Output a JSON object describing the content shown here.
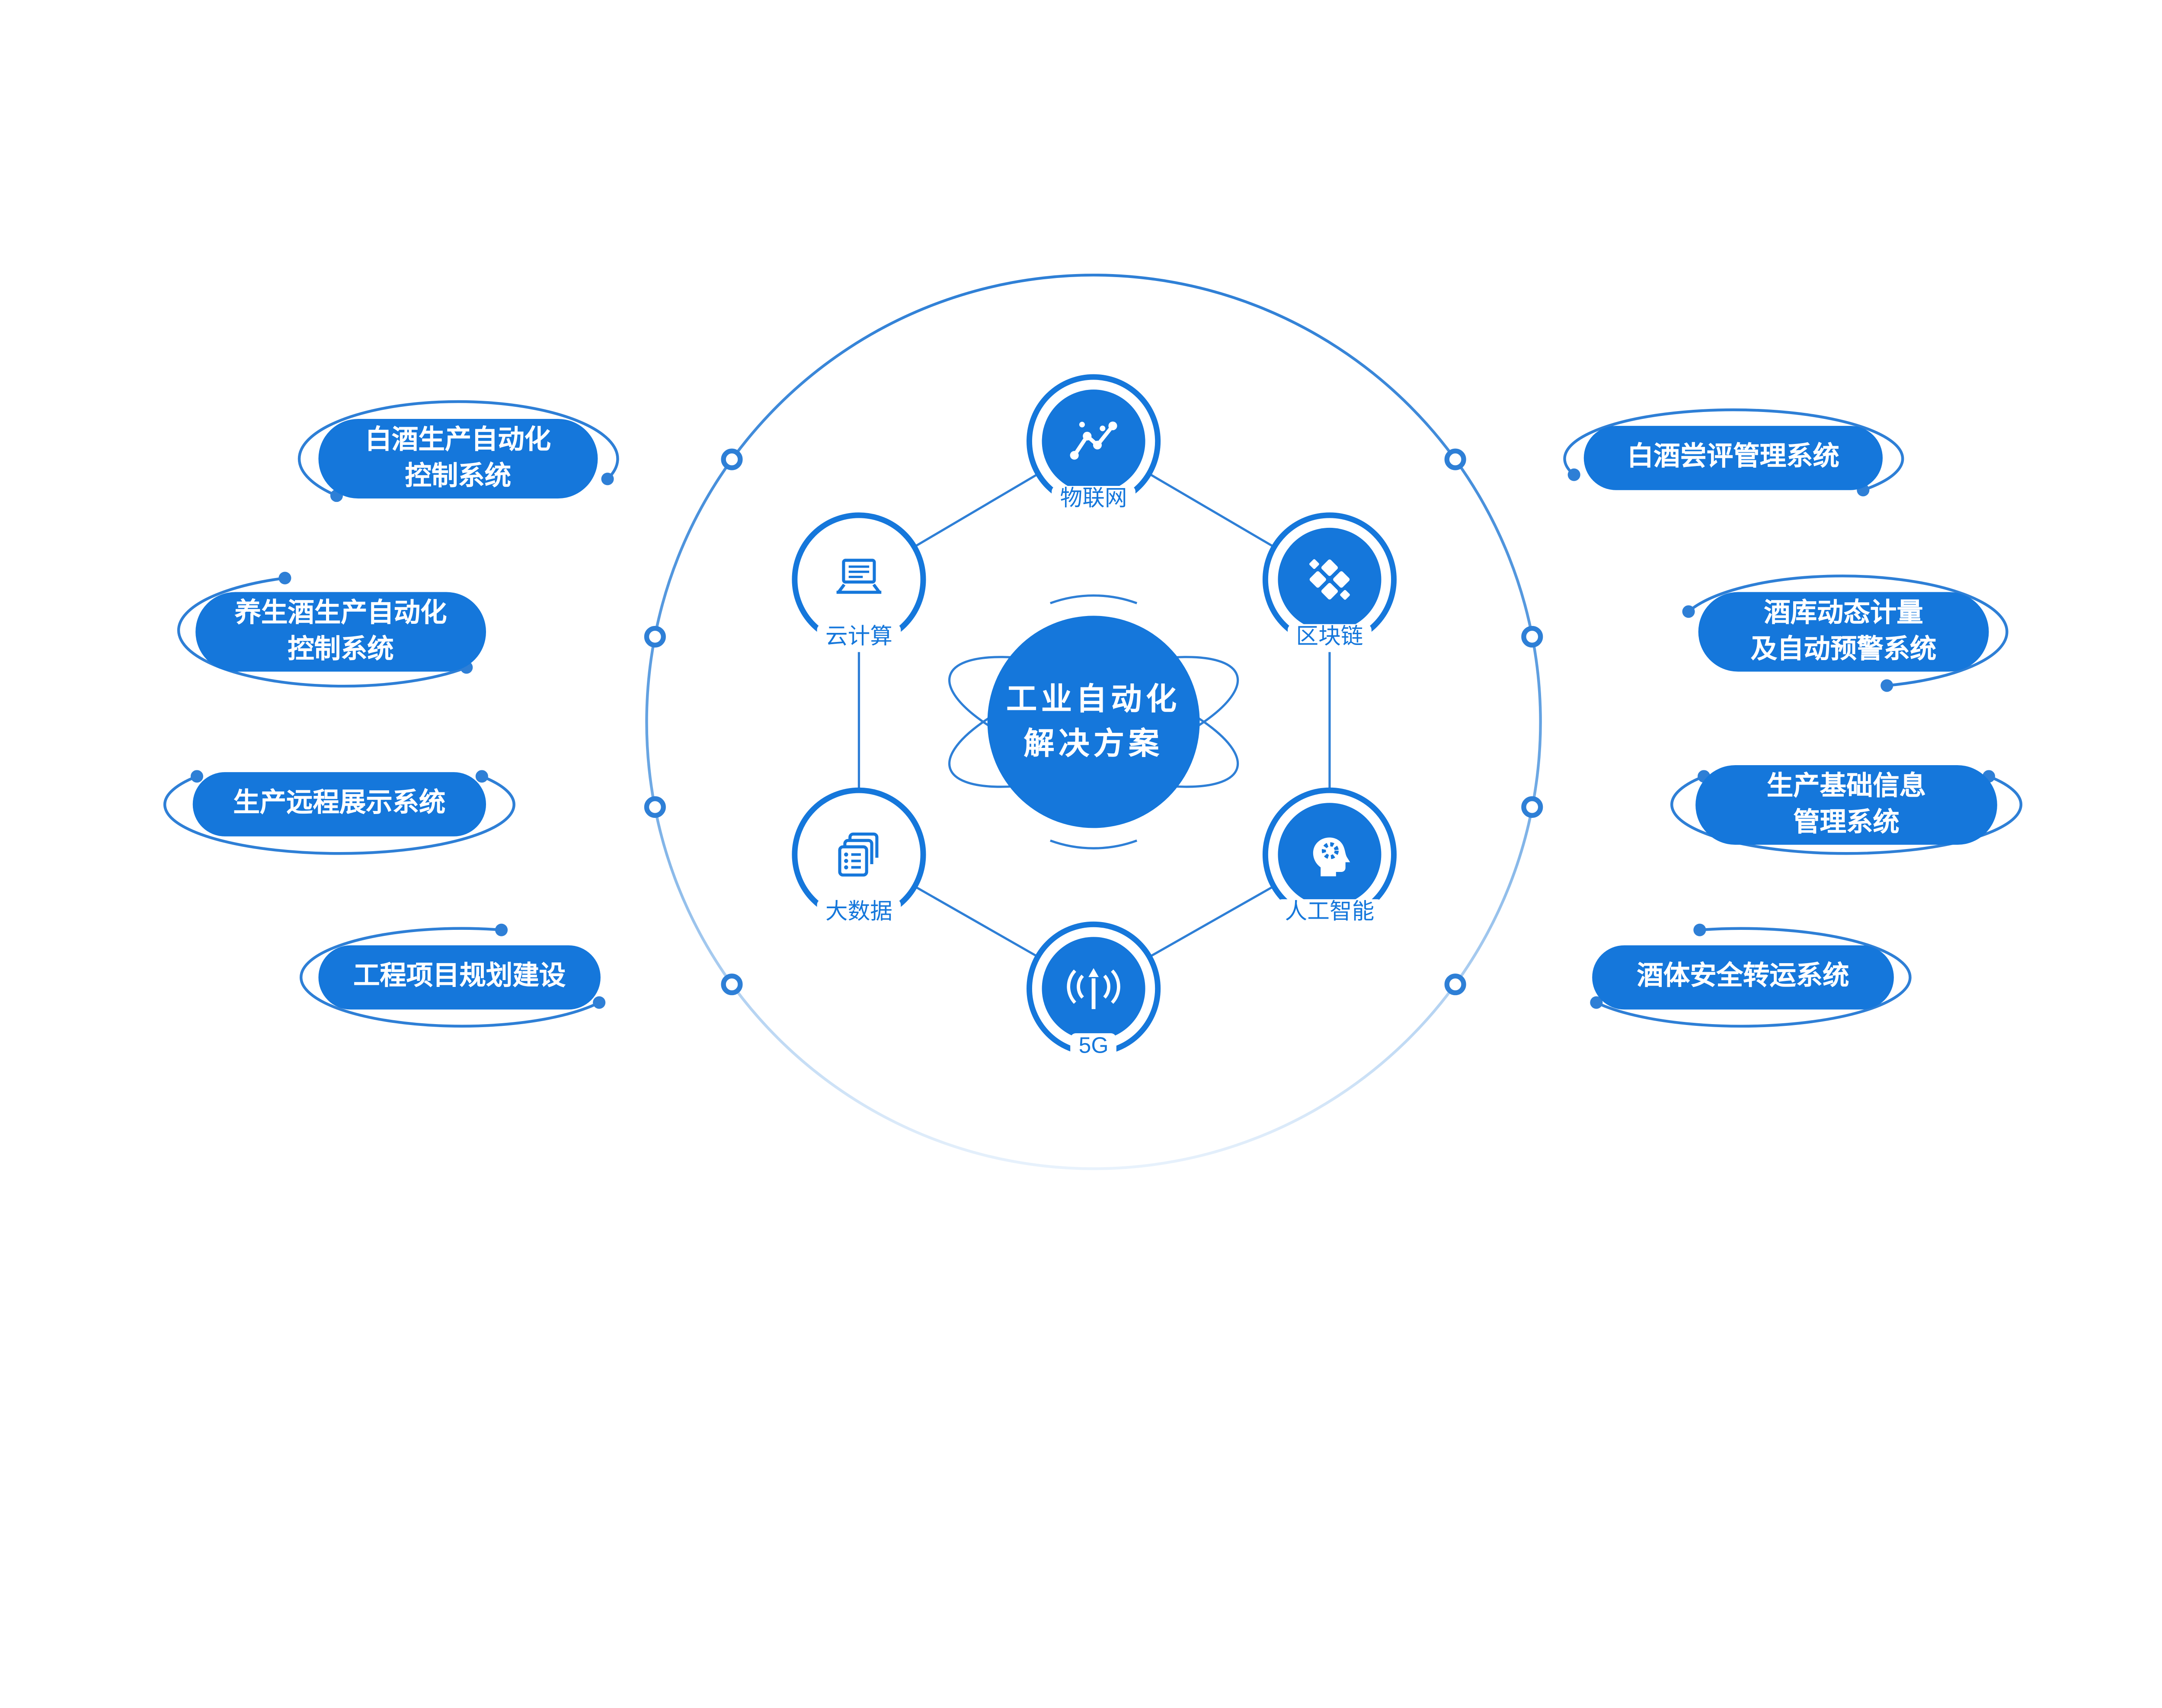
{
  "center": {
    "line1": "工业自动化",
    "line2": "解决方案"
  },
  "tech_nodes": [
    {
      "label": "物联网",
      "icon": "iot-network-icon",
      "variant": "blue"
    },
    {
      "label": "区块链",
      "icon": "blockchain-icon",
      "variant": "blue"
    },
    {
      "label": "人工智能",
      "icon": "ai-head-icon",
      "variant": "blue"
    },
    {
      "label": "5G",
      "icon": "5g-antenna-icon",
      "variant": "blue"
    },
    {
      "label": "大数据",
      "icon": "big-data-icon",
      "variant": "white"
    },
    {
      "label": "云计算",
      "icon": "cloud-computing-icon",
      "variant": "white"
    }
  ],
  "left_systems": [
    {
      "line1": "白酒生产自动化",
      "line2": "控制系统"
    },
    {
      "line1": "养生酒生产自动化",
      "line2": "控制系统"
    },
    {
      "line1": "生产远程展示系统"
    },
    {
      "line1": "工程项目规划建设"
    }
  ],
  "right_systems": [
    {
      "line1": "白酒尝评管理系统"
    },
    {
      "line1": "酒库动态计量",
      "line2": "及自动预警系统"
    },
    {
      "line1": "生产基础信息",
      "line2": "管理系统"
    },
    {
      "line1": "酒体安全转运系统"
    }
  ],
  "colors": {
    "primary": "#1577db",
    "line": "#2e7fd6",
    "ring_fade": "#e8f2fc"
  }
}
